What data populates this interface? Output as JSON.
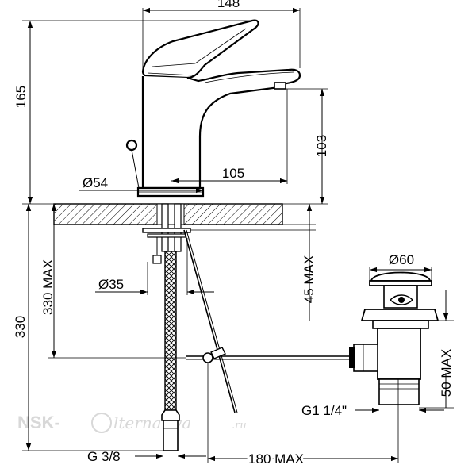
{
  "dimensions": {
    "width_148": "148",
    "height_165": "165",
    "height_103": "103",
    "reach_105": "105",
    "base_dia": "Ø54",
    "shank_dia": "Ø35",
    "height_330": "330",
    "height_330_max": "330 MAX",
    "depth_45_max": "45 MAX",
    "waste_dia": "Ø60",
    "waste_50_max": "50 MAX",
    "waste_thread": "G1 1/4\"",
    "hose_thread": "G 3/8",
    "rod_180_max": "180 MAX"
  },
  "watermark": {
    "brand": "NSK-",
    "script": "lternativa",
    "suffix": ".ru"
  }
}
